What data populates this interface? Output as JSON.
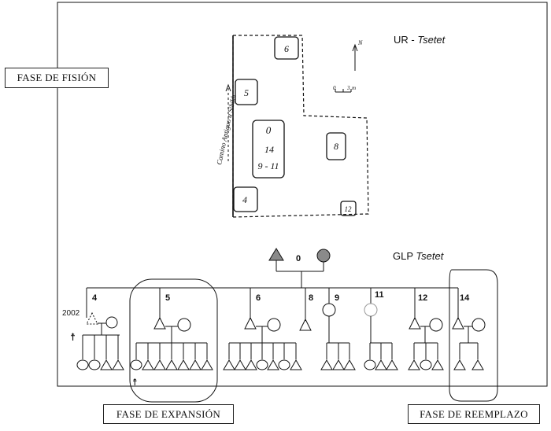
{
  "phases": {
    "fission": "FASE DE FISIÓN",
    "expansion": "FASE DE EXPANSIÓN",
    "replacement": "FASE DE REEMPLAZO"
  },
  "map": {
    "title_prefix": "UR - ",
    "title_site": "Tsetet",
    "road_label": "Camino Antiguo a Sibikh",
    "north_label": "N",
    "scale_zero": "0",
    "scale_value": "3",
    "scale_unit": "m",
    "structures": [
      "6",
      "5",
      "0",
      "14",
      "9 - 11",
      "8",
      "4",
      "12"
    ]
  },
  "genealogy": {
    "title_prefix": "GLP ",
    "title_site": "Tsetet",
    "founder_label": "0",
    "year_label": "2002",
    "branch_labels": [
      "4",
      "5",
      "6",
      "8",
      "9",
      "11",
      "12",
      "14"
    ],
    "deceased_marker": "☨"
  },
  "colors": {
    "ink": "#111111",
    "founder_fill": "#8a8a8a",
    "faded_circle": "#999999"
  }
}
